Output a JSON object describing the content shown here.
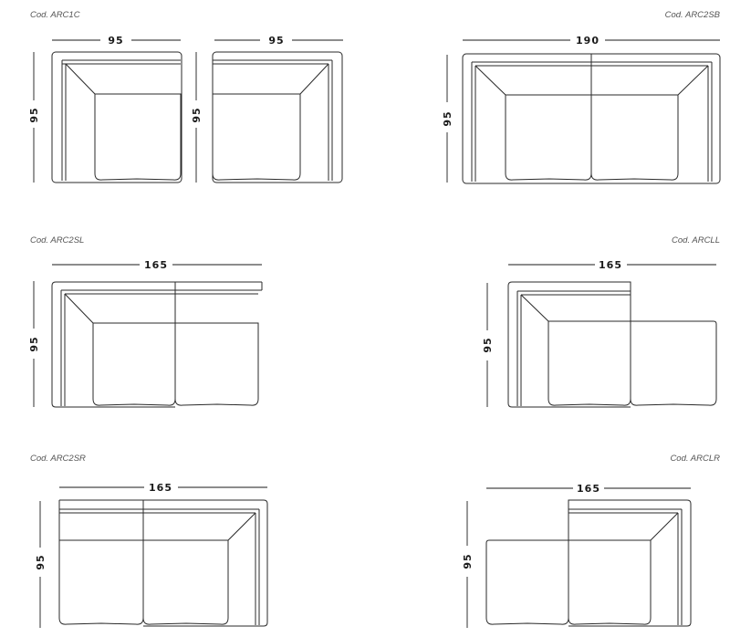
{
  "modules": [
    {
      "code": "Cod. ARC1C",
      "width": "95",
      "depth": "95"
    },
    {
      "code": "Cod. ARC2SB",
      "width": "190",
      "depth": "95"
    },
    {
      "code": "Cod. ARC2SL",
      "width": "165",
      "depth": "95"
    },
    {
      "code": "Cod. ARCLL",
      "width": "165",
      "depth": "95"
    },
    {
      "code": "Cod. ARC2SR",
      "width": "165",
      "depth": "95"
    },
    {
      "code": "Cod. ARCLR",
      "width": "165",
      "depth": "95"
    }
  ],
  "arc1c_second_piece": {
    "width": "95",
    "depth": "95"
  }
}
